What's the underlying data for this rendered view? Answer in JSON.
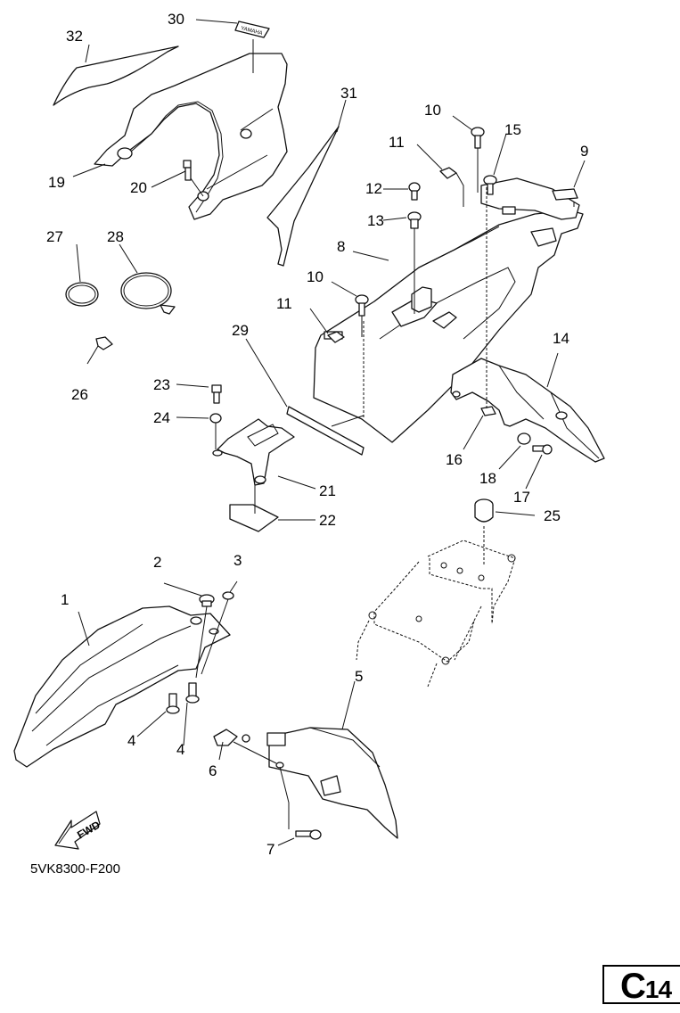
{
  "diagram": {
    "type": "exploded parts diagram",
    "subject": "motorcycle fenders and rear fender assembly",
    "diagram_code": "5VK8300-F200",
    "page_tag": {
      "letter": "C",
      "number": "14"
    },
    "direction_indicator": {
      "label": "FWD",
      "icon": "forward-arrow-icon"
    },
    "decal_text": "YAMAHA",
    "callouts": [
      {
        "id": "1",
        "label": "1"
      },
      {
        "id": "2",
        "label": "2"
      },
      {
        "id": "3",
        "label": "3"
      },
      {
        "id": "4a",
        "label": "4"
      },
      {
        "id": "4b",
        "label": "4"
      },
      {
        "id": "5",
        "label": "5"
      },
      {
        "id": "6",
        "label": "6"
      },
      {
        "id": "7",
        "label": "7"
      },
      {
        "id": "8",
        "label": "8"
      },
      {
        "id": "9",
        "label": "9"
      },
      {
        "id": "10a",
        "label": "10"
      },
      {
        "id": "10b",
        "label": "10"
      },
      {
        "id": "11a",
        "label": "11"
      },
      {
        "id": "11b",
        "label": "11"
      },
      {
        "id": "12",
        "label": "12"
      },
      {
        "id": "13",
        "label": "13"
      },
      {
        "id": "14",
        "label": "14"
      },
      {
        "id": "15",
        "label": "15"
      },
      {
        "id": "16",
        "label": "16"
      },
      {
        "id": "17",
        "label": "17"
      },
      {
        "id": "18",
        "label": "18"
      },
      {
        "id": "19",
        "label": "19"
      },
      {
        "id": "20",
        "label": "20"
      },
      {
        "id": "21",
        "label": "21"
      },
      {
        "id": "22",
        "label": "22"
      },
      {
        "id": "23",
        "label": "23"
      },
      {
        "id": "24",
        "label": "24"
      },
      {
        "id": "25",
        "label": "25"
      },
      {
        "id": "26",
        "label": "26"
      },
      {
        "id": "27",
        "label": "27"
      },
      {
        "id": "28",
        "label": "28"
      },
      {
        "id": "29",
        "label": "29"
      },
      {
        "id": "30",
        "label": "30"
      },
      {
        "id": "31",
        "label": "31"
      },
      {
        "id": "32",
        "label": "32"
      }
    ]
  }
}
